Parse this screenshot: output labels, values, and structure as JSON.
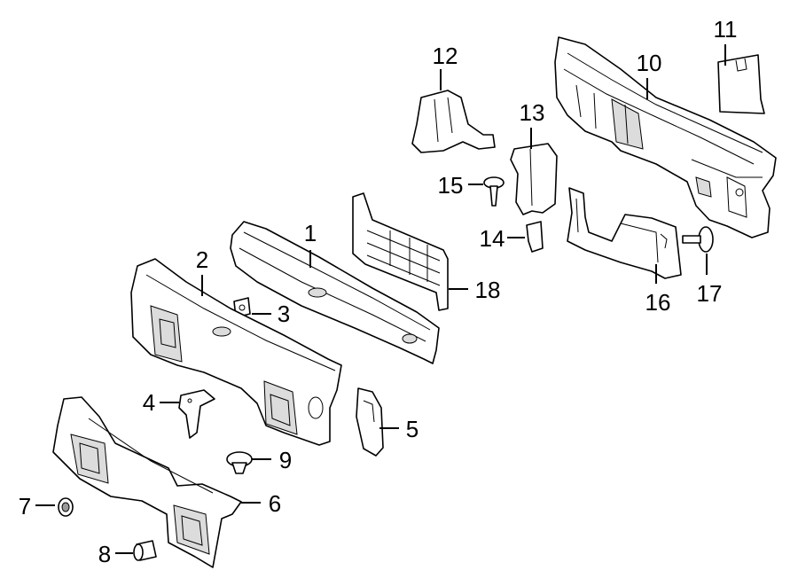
{
  "callouts": [
    {
      "id": "1",
      "label": "1",
      "part": "cowl-panel-upper"
    },
    {
      "id": "2",
      "label": "2",
      "part": "cowl-panel-lower"
    },
    {
      "id": "3",
      "label": "3",
      "part": "small-plate"
    },
    {
      "id": "4",
      "label": "4",
      "part": "bracket"
    },
    {
      "id": "5",
      "label": "5",
      "part": "side-bracket"
    },
    {
      "id": "6",
      "label": "6",
      "part": "dash-panel"
    },
    {
      "id": "7",
      "label": "7",
      "part": "plug"
    },
    {
      "id": "8",
      "label": "8",
      "part": "grommet"
    },
    {
      "id": "9",
      "label": "9",
      "part": "clip"
    },
    {
      "id": "10",
      "label": "10",
      "part": "dash-panel-insulator-frame"
    },
    {
      "id": "11",
      "label": "11",
      "part": "insulator-pad"
    },
    {
      "id": "12",
      "label": "12",
      "part": "side-insulator"
    },
    {
      "id": "13",
      "label": "13",
      "part": "side-trim"
    },
    {
      "id": "14",
      "label": "14",
      "part": "spacer"
    },
    {
      "id": "15",
      "label": "15",
      "part": "screw"
    },
    {
      "id": "16",
      "label": "16",
      "part": "lower-insulator"
    },
    {
      "id": "17",
      "label": "17",
      "part": "push-pin"
    },
    {
      "id": "18",
      "label": "18",
      "part": "center-panel"
    }
  ]
}
